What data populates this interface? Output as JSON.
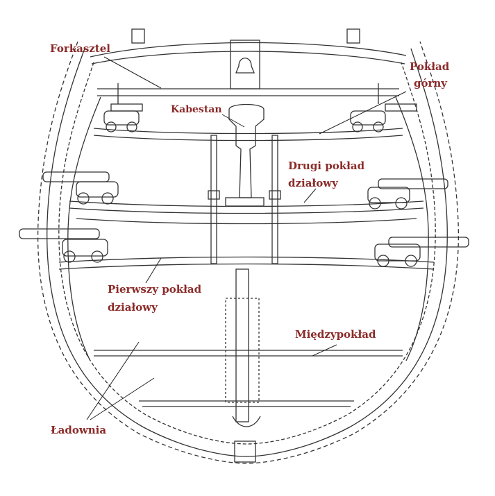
{
  "title": "Ship cross-section",
  "colors": {
    "label": "#8a2a28",
    "drawing": "#333333"
  },
  "labels": {
    "forkasztel": "Forkasztel",
    "poklad_gorny_1": "Pokład",
    "poklad_gorny_2": "górny",
    "kabestan": "Kabestan",
    "drugi_1": "Drugi pokład",
    "drugi_2": "działowy",
    "pierwszy_1": "Pierwszy pokład",
    "pierwszy_2": "działowy",
    "miedzypoklad": "Międzypokład",
    "ladownia": "Ładownia"
  }
}
